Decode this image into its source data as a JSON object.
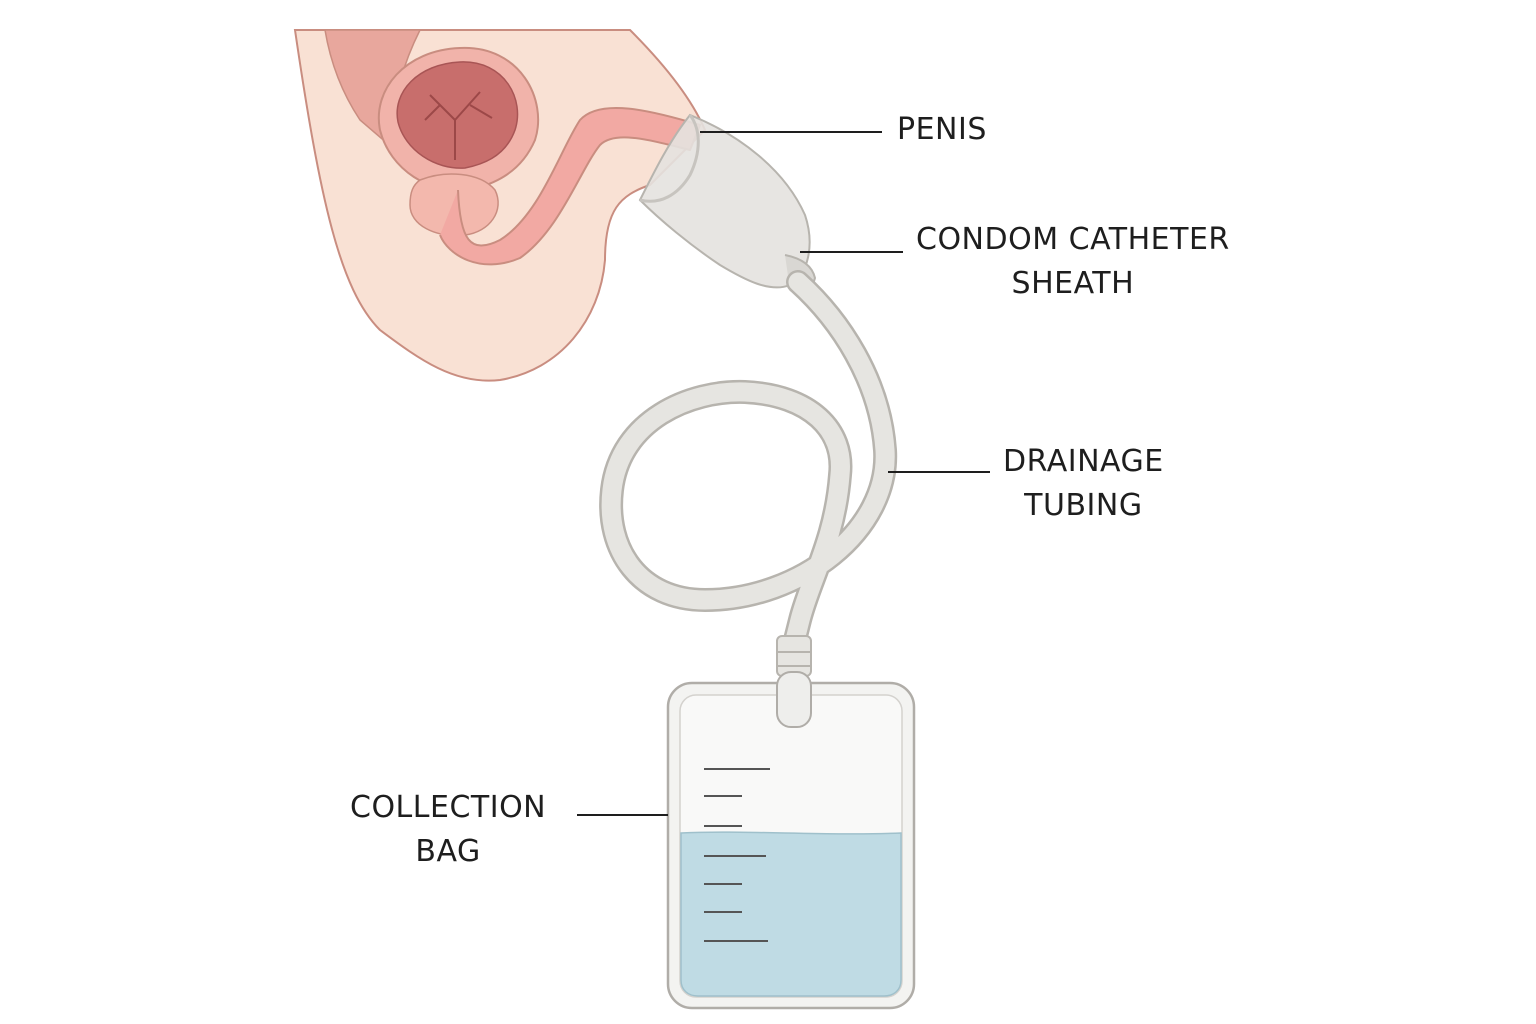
{
  "labels": {
    "penis": "PENIS",
    "sheath_line1": "CONDOM CATHETER",
    "sheath_line2": "SHEATH",
    "tubing_line1": "DRAINAGE",
    "tubing_line2": "TUBING",
    "bag_line1": "COLLECTION",
    "bag_line2": "BAG"
  },
  "colors": {
    "skin": "#f9e1d4",
    "skin_outline": "#c98d80",
    "bladder": "#c86e6c",
    "bladder_inner": "#b75a5a",
    "urethra": "#f2a9a3",
    "sheath": "#e4e2df",
    "tubing": "#e6e5e1",
    "bag": "#f3f3f1",
    "urine": "#bfdbe4",
    "leader_line": "#1e1e1e"
  },
  "bag_fill_fraction": 0.55
}
